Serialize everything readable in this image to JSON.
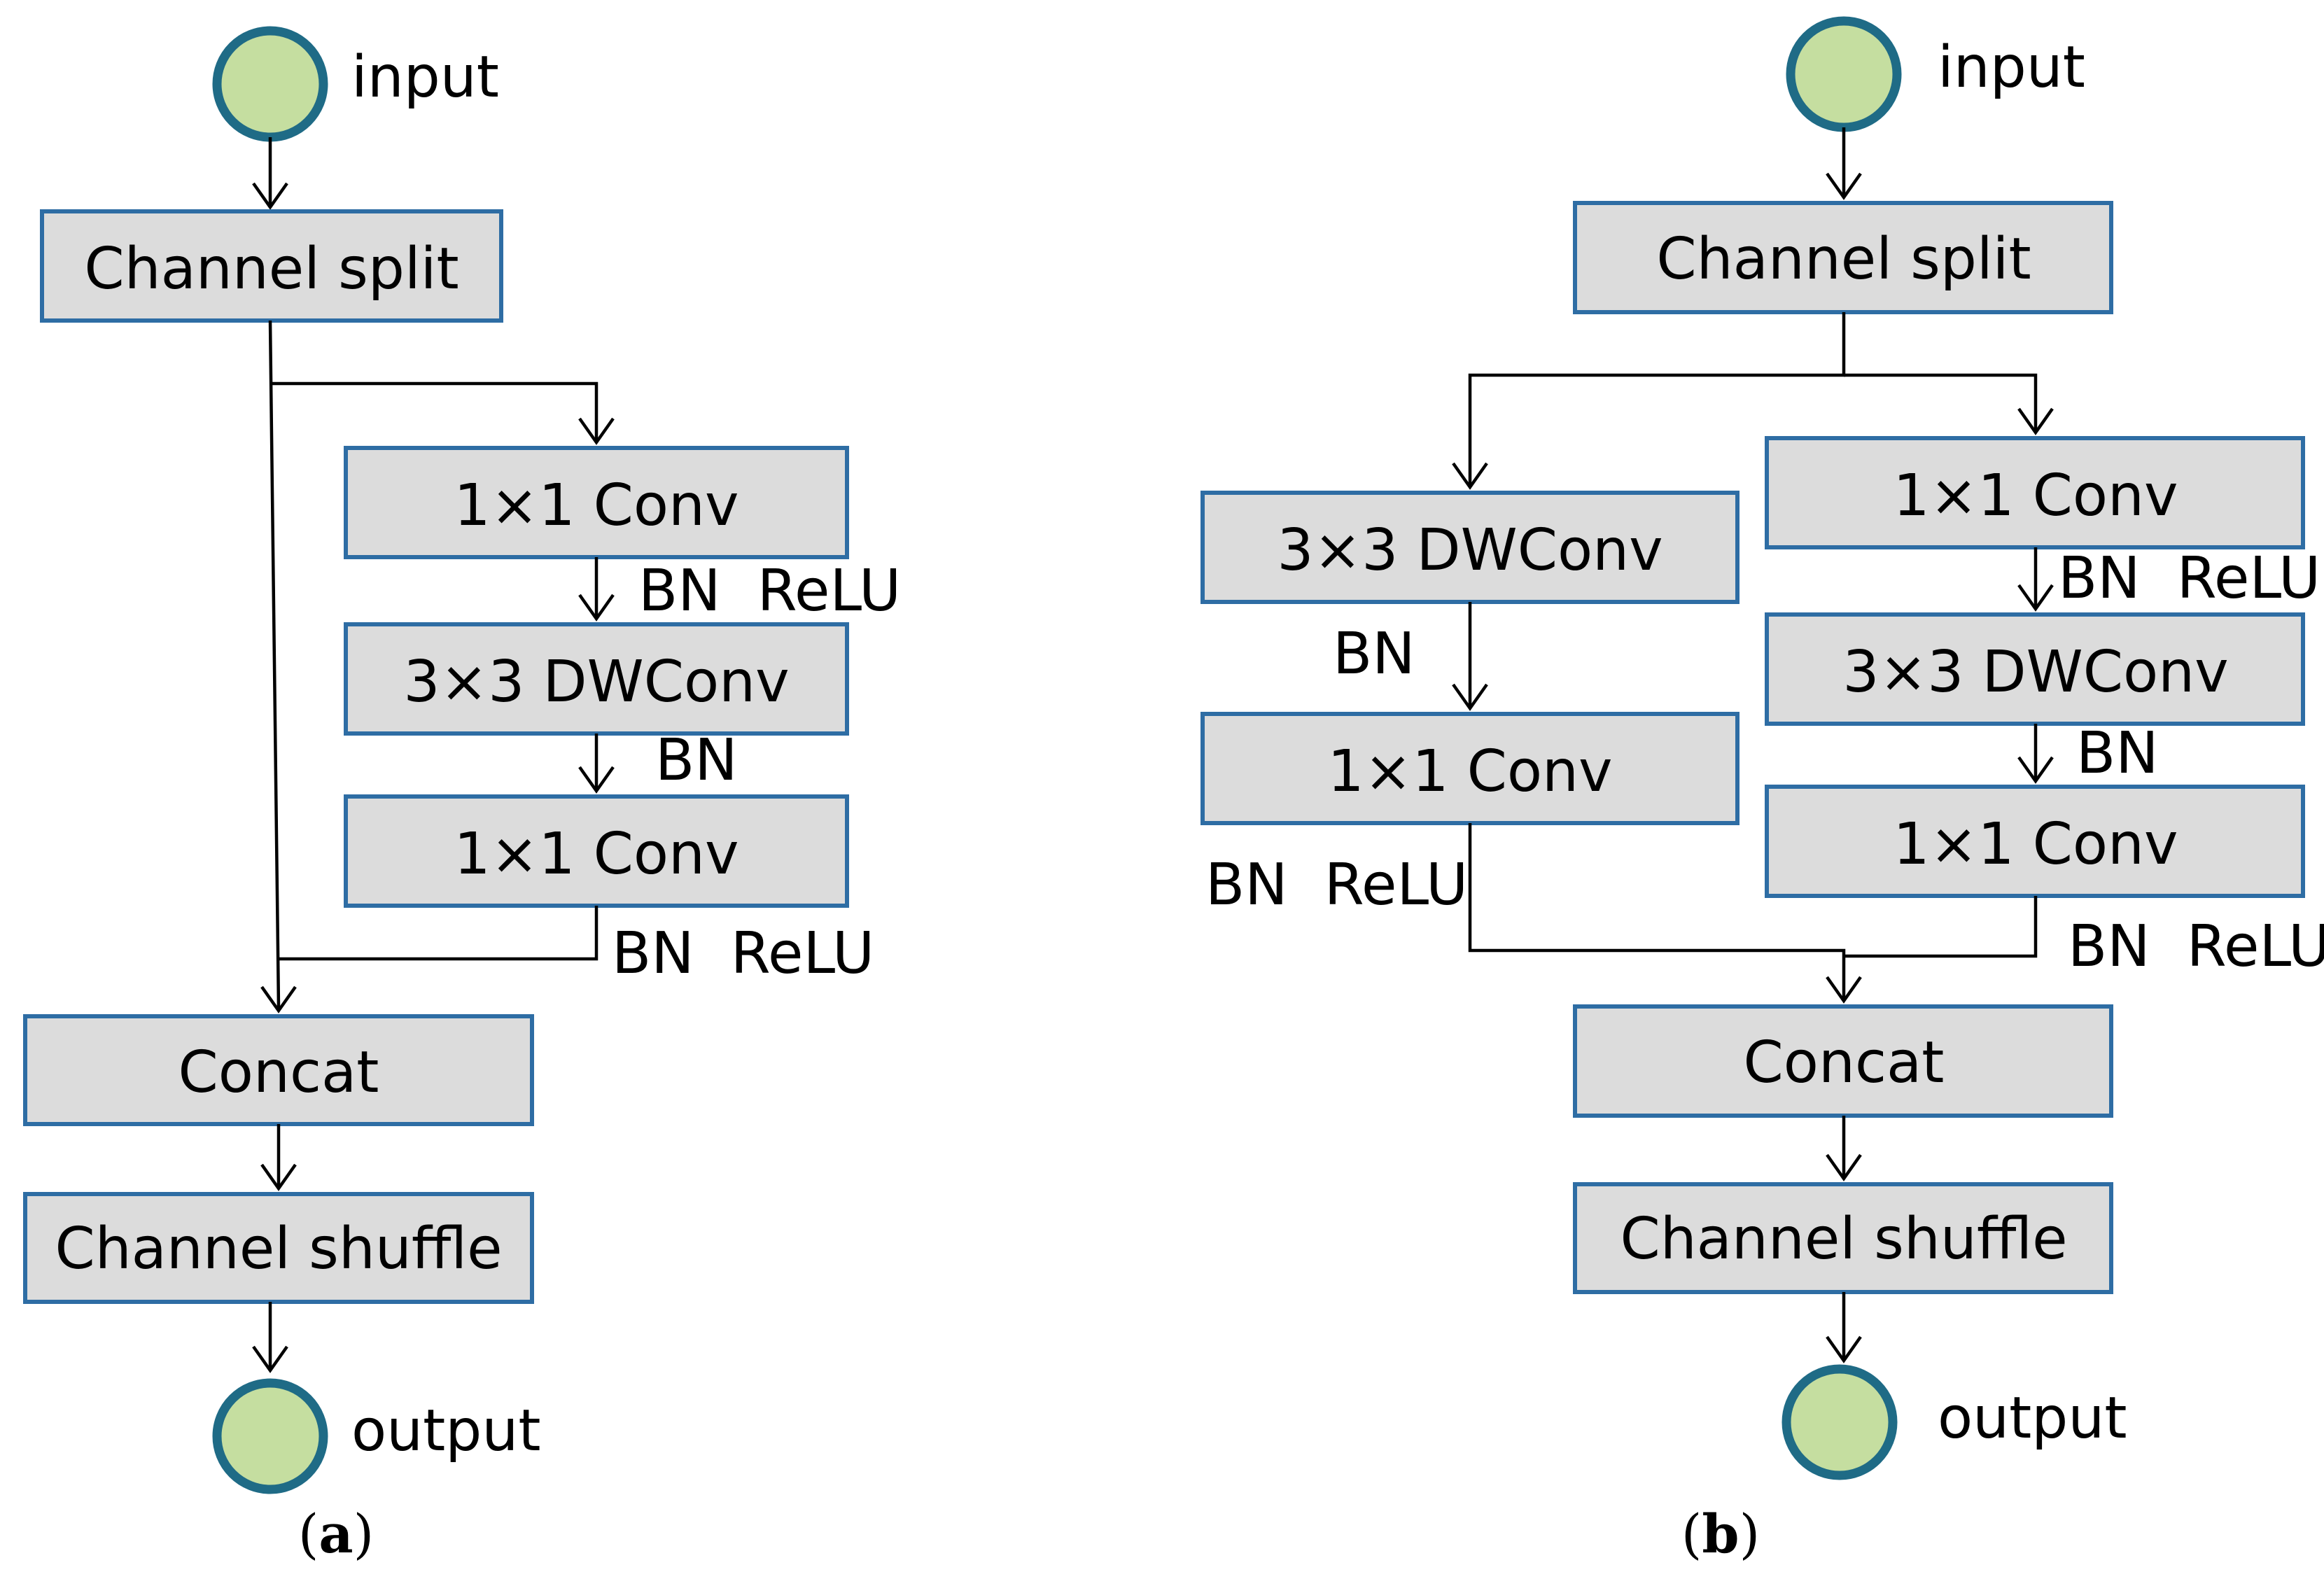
{
  "panels": [
    {
      "caption_label": "a",
      "input_label": "input",
      "output_label": "output",
      "channel_split": "Channel split",
      "branch": {
        "conv1": "1×1 Conv",
        "conv1_annot": "BN  ReLU",
        "dwconv": "3×3 DWConv",
        "dwconv_annot": "BN",
        "conv2": "1×1 Conv",
        "conv2_annot": "BN  ReLU"
      },
      "concat": "Concat",
      "channel_shuffle": "Channel shuffle"
    },
    {
      "caption_label": "b",
      "input_label": "input",
      "output_label": "output",
      "channel_split": "Channel split",
      "left_branch": {
        "dwconv": "3×3 DWConv",
        "dwconv_annot": "BN",
        "conv": "1×1 Conv",
        "conv_annot": "BN  ReLU"
      },
      "right_branch": {
        "conv1": "1×1 Conv",
        "conv1_annot": "BN  ReLU",
        "dwconv": "3×3 DWConv",
        "dwconv_annot": "BN",
        "conv2": "1×1 Conv",
        "conv2_annot": "BN  ReLU"
      },
      "concat": "Concat",
      "channel_shuffle": "Channel shuffle"
    }
  ],
  "colors": {
    "node_fill": "#c5dea0",
    "node_stroke": "#1f6b86",
    "box_fill": "#dcdcdc",
    "box_stroke": "#2e6da4"
  }
}
